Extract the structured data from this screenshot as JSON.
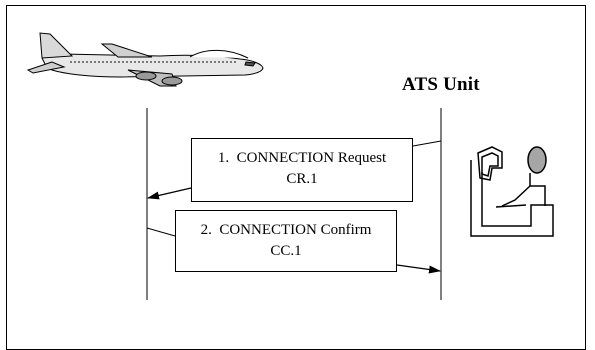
{
  "actors": {
    "aircraft": {
      "icon": "airplane-icon"
    },
    "ground": {
      "label": "ATS Unit",
      "icon": "controller-workstation-icon"
    }
  },
  "messages": [
    {
      "number": "1.",
      "name": "CONNECTION Request",
      "code": "CR.1",
      "direction": "ATS Unit to aircraft"
    },
    {
      "number": "2.",
      "name": "CONNECTION Confirm",
      "code": "CC.1",
      "direction": "aircraft to ATS Unit"
    }
  ],
  "colors": {
    "line": "#000000",
    "background": "#ffffff",
    "head_fill": "#a6a6a6"
  }
}
